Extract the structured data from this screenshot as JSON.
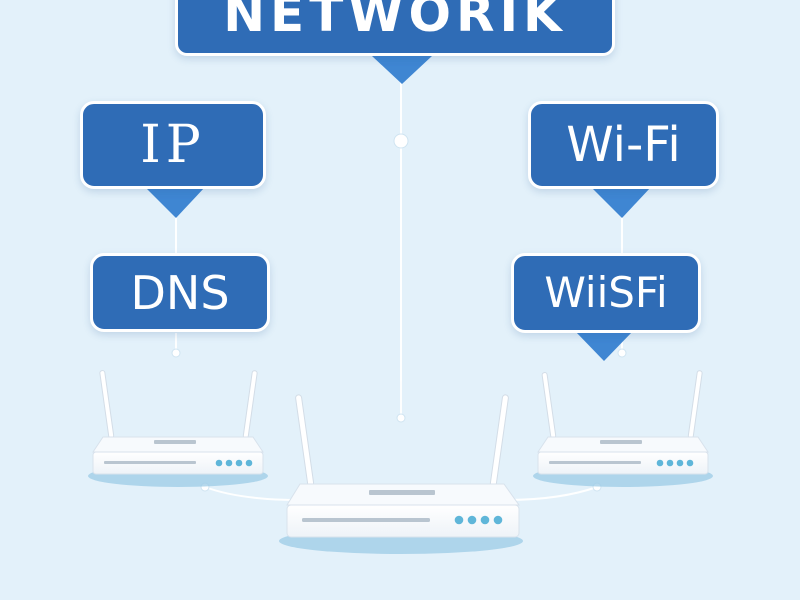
{
  "labels": {
    "network": "NETWORIK",
    "ip": "IP",
    "dns": "DNS",
    "wifi": "Wi-Fi",
    "wiisfi": "WiiSFi"
  },
  "colors": {
    "background": "#e3f1fa",
    "box": "#2f6cb6",
    "pointer": "#3f86d2",
    "text": "#ffffff",
    "connector": "#ffffff",
    "router_body": "#ffffff",
    "router_shadow": "#9ccbe6",
    "router_led": "#5fb6d9"
  }
}
